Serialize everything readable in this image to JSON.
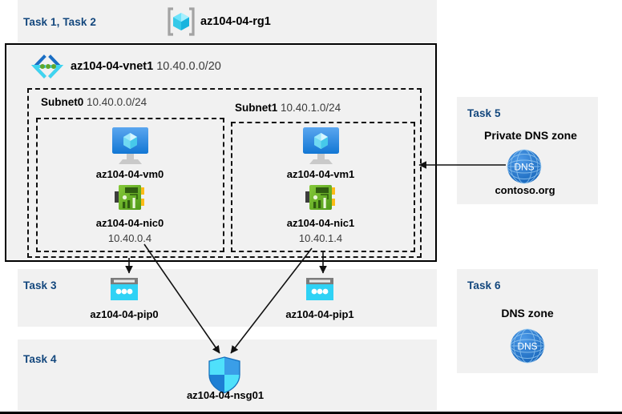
{
  "diagram": {
    "title": "Azure AZ-104 Lab 04 architecture diagram",
    "colors": {
      "panel_bg": "#f1f1f1",
      "task_label": "#13477d",
      "border": "#000000",
      "dashed": "#111111",
      "vm_blue": "#2a85d9",
      "nic_green": "#6aa32b",
      "pip_cyan": "#32c8ef",
      "dns_blue": "#1f72c8",
      "shield_cyan": "#4fd8f7",
      "shield_blue": "#1d7fd4",
      "rg_cube": "#50e6ff",
      "rg_bracket": "#a0a0a0"
    }
  },
  "tasks": {
    "task12": {
      "label": "Task 1, Task 2"
    },
    "task3": {
      "label": "Task 3"
    },
    "task4": {
      "label": "Task 4"
    },
    "task5": {
      "label": "Task 5"
    },
    "task6": {
      "label": "Task 6"
    }
  },
  "resource_group": {
    "name": "az104-04-rg1",
    "icon": "resource-group-icon"
  },
  "vnet": {
    "name": "az104-04-vnet1",
    "cidr": "10.40.0.0/20",
    "icon": "virtual-network-icon"
  },
  "subnets": [
    {
      "name": "Subnet0",
      "cidr": "10.40.0.0/24",
      "vm": {
        "name": "az104-04-vm0",
        "icon": "virtual-machine-icon"
      },
      "nic": {
        "name": "az104-04-nic0",
        "ip": "10.40.0.4",
        "icon": "network-interface-icon"
      }
    },
    {
      "name": "Subnet1",
      "cidr": "10.40.1.0/24",
      "vm": {
        "name": "az104-04-vm1",
        "icon": "virtual-machine-icon"
      },
      "nic": {
        "name": "az104-04-nic1",
        "ip": "10.40.1.4",
        "icon": "network-interface-icon"
      }
    }
  ],
  "public_ips": [
    {
      "name": "az104-04-pip0",
      "icon": "public-ip-icon"
    },
    {
      "name": "az104-04-pip1",
      "icon": "public-ip-icon"
    }
  ],
  "nsg": {
    "name": "az104-04-nsg01",
    "icon": "network-security-group-shield-icon"
  },
  "private_dns_zone": {
    "heading": "Private DNS zone",
    "name": "contoso.org",
    "icon": "dns-globe-icon",
    "icon_text": "DNS"
  },
  "dns_zone": {
    "heading": "DNS zone",
    "icon": "dns-globe-icon",
    "icon_text": "DNS"
  }
}
